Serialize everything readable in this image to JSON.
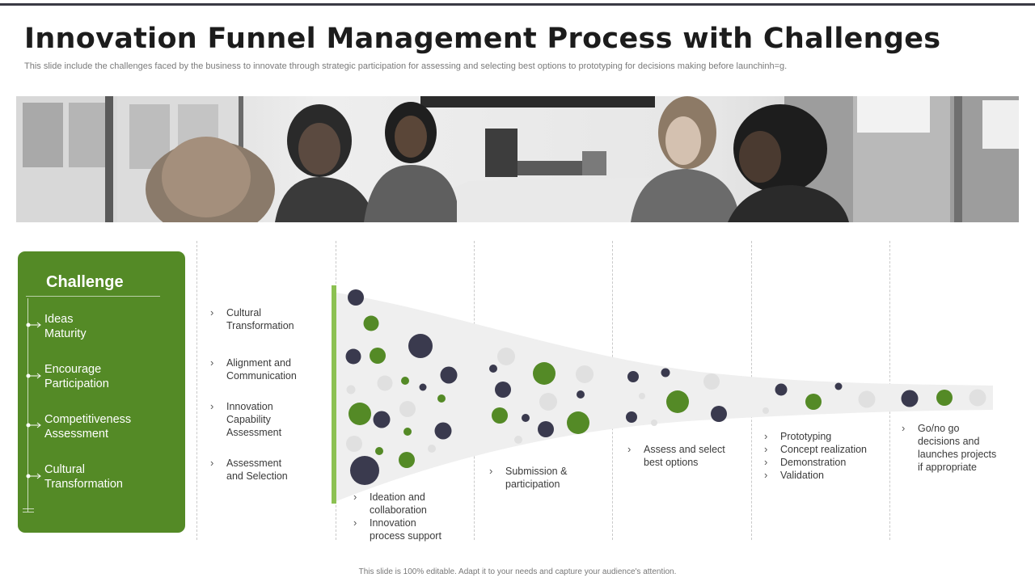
{
  "title": "Innovation Funnel Management Process with Challenges",
  "subtitle": "This slide include the challenges faced by the business to innovate through strategic participation for assessing and selecting best options to prototyping for decisions making before launchinh=g.",
  "photo_icon": "meeting-team-photo",
  "challenge": {
    "heading": "Challenge",
    "items": [
      {
        "line1": "Ideas",
        "line2": "Maturity"
      },
      {
        "line1": "Encourage",
        "line2": "Participation"
      },
      {
        "line1": "Competitiveness",
        "line2": "Assessment"
      },
      {
        "line1": "Cultural",
        "line2": "Transformation"
      }
    ]
  },
  "challenge_list": [
    {
      "line1": "Cultural",
      "line2": "Transformation"
    },
    {
      "line1": "Alignment and",
      "line2": "Communication"
    },
    {
      "line1": "Innovation",
      "line2": "Capability",
      "line3": "Assessment"
    },
    {
      "line1": "Assessment",
      "line2": "and Selection"
    }
  ],
  "stages": {
    "ideation": [
      {
        "line1": "Ideation and",
        "line2": "collaboration"
      },
      {
        "line1": "Innovation",
        "line2": "process support"
      }
    ],
    "submission": {
      "line1": "Submission &",
      "line2": "participation"
    },
    "assess": {
      "line1": "Assess and select",
      "line2": "best options"
    },
    "prototyping": [
      "Prototyping",
      "Concept realization",
      "Demonstration",
      "Validation"
    ],
    "gonogo": {
      "line1": "Go/no go",
      "line2": "decisions and",
      "line3": "launches projects",
      "line4": "if appropriate"
    }
  },
  "colors": {
    "green": "#548a26",
    "dark": "#3a3a4e",
    "grey": "#e0e0e0",
    "funnel": "#efefef",
    "accent_bar": "#8cc152"
  },
  "footer": "This slide is 100% editable. Adapt it to your needs and capture your audience's attention."
}
